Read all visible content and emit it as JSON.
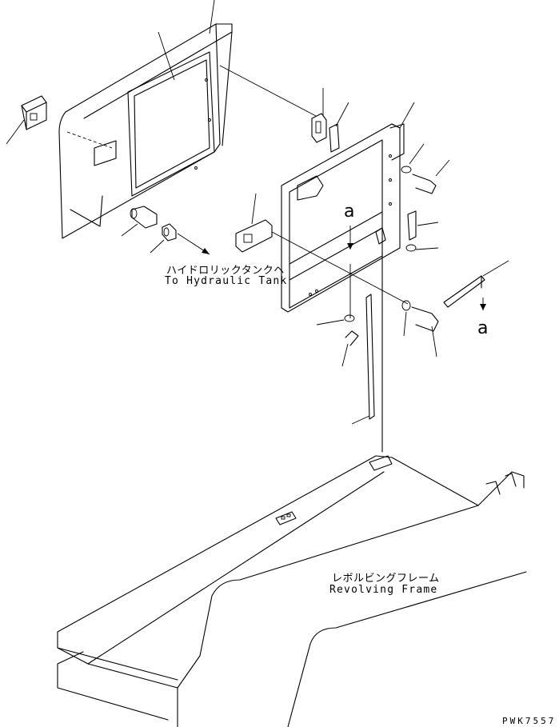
{
  "labels": {
    "hydraulic_tank_jp": "ハイドロリックタンクヘ",
    "hydraulic_tank_en": "To Hydraulic Tank",
    "revolving_frame_jp": "レボルビングフレーム",
    "revolving_frame_en": "Revolving Frame",
    "view_mark_1": "a",
    "view_mark_2": "a",
    "drawing_code": "PWK7557"
  }
}
